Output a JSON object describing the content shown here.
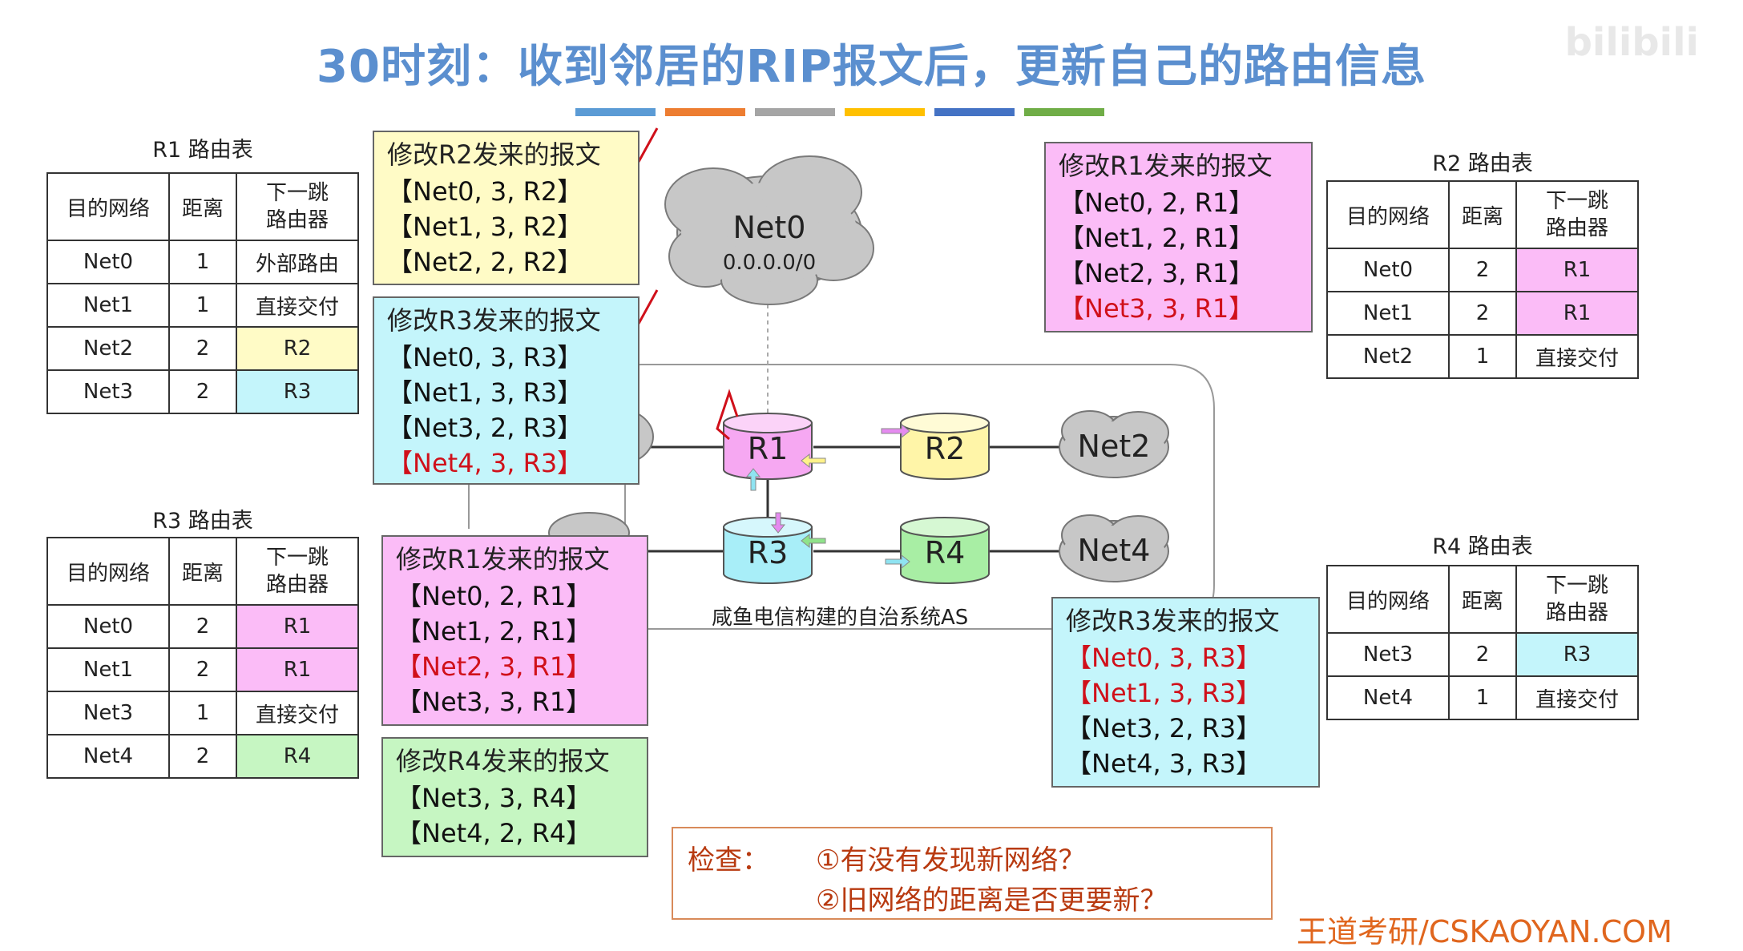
{
  "title": "30时刻：收到邻居的RIP报文后，更新自己的路由信息",
  "watermark": "bilibili",
  "color_bar": [
    "#5b9bd5",
    "#ed7d31",
    "#a5a5a5",
    "#ffc000",
    "#4472c4",
    "#70ad47"
  ],
  "tables": {
    "r1": {
      "caption": "R1 路由表",
      "headers": [
        "目的网络",
        "距离",
        "下一跳路由器"
      ],
      "rows": [
        [
          "Net0",
          "1",
          "外部路由"
        ],
        [
          "Net1",
          "1",
          "直接交付"
        ],
        [
          "Net2",
          "2",
          "R2"
        ],
        [
          "Net3",
          "2",
          "R3"
        ]
      ]
    },
    "r2": {
      "caption": "R2 路由表",
      "headers": [
        "目的网络",
        "距离",
        "下一跳路由器"
      ],
      "rows": [
        [
          "Net0",
          "2",
          "R1"
        ],
        [
          "Net1",
          "2",
          "R1"
        ],
        [
          "Net2",
          "1",
          "直接交付"
        ]
      ]
    },
    "r3": {
      "caption": "R3 路由表",
      "headers": [
        "目的网络",
        "距离",
        "下一跳路由器"
      ],
      "rows": [
        [
          "Net0",
          "2",
          "R1"
        ],
        [
          "Net1",
          "2",
          "R1"
        ],
        [
          "Net3",
          "1",
          "直接交付"
        ],
        [
          "Net4",
          "2",
          "R4"
        ]
      ]
    },
    "r4": {
      "caption": "R4 路由表",
      "headers": [
        "目的网络",
        "距离",
        "下一跳路由器"
      ],
      "rows": [
        [
          "Net3",
          "2",
          "R3"
        ],
        [
          "Net4",
          "1",
          "直接交付"
        ]
      ]
    }
  },
  "messages": {
    "r1_from_r2": {
      "head": "修改R2发来的报文",
      "lines": [
        "【Net0, 3, R2】",
        "【Net1, 3, R2】",
        "【Net2, 2, R2】"
      ]
    },
    "r1_from_r3": {
      "head": "修改R3发来的报文",
      "lines": [
        "【Net0, 3, R3】",
        "【Net1, 3, R3】",
        "【Net3, 2, R3】",
        "【Net4, 3, R3】"
      ]
    },
    "r2_from_r1": {
      "head": "修改R1发来的报文",
      "lines": [
        "【Net0, 2, R1】",
        "【Net1, 2, R1】",
        "【Net2, 3, R1】",
        "【Net3, 3, R1】"
      ]
    },
    "r3_from_r1": {
      "head": "修改R1发来的报文",
      "lines": [
        "【Net0, 2, R1】",
        "【Net1, 2, R1】",
        "【Net2, 3, R1】",
        "【Net3, 3, R1】"
      ]
    },
    "r3_from_r4": {
      "head": "修改R4发来的报文",
      "lines": [
        "【Net3, 3, R4】",
        "【Net4, 2, R4】"
      ]
    },
    "r4_from_r3": {
      "head": "修改R3发来的报文",
      "lines": [
        "【Net0, 3, R3】",
        "【Net1, 3, R3】",
        "【Net3, 2, R3】",
        "【Net4, 3, R3】"
      ]
    }
  },
  "network": {
    "net0": {
      "name": "Net0",
      "addr": "0.0.0.0/0"
    },
    "net2": "Net2",
    "net4": "Net4",
    "routers": {
      "r1": "R1",
      "r2": "R2",
      "r3": "R3",
      "r4": "R4"
    },
    "as_label": "咸鱼电信构建的自治系统AS"
  },
  "check": {
    "label": "检查：",
    "q1": "①有没有发现新网络？",
    "q2": "②旧网络的距离是否更要新？"
  },
  "footer": "王道考研/CSKAOYAN.COM",
  "colors": {
    "pink": "#fbbcf7",
    "yellow": "#fffbc6",
    "cyan": "#c4f5fb",
    "green": "#c6f6c2",
    "red": "#d0101a",
    "title": "#5b8fcf"
  }
}
